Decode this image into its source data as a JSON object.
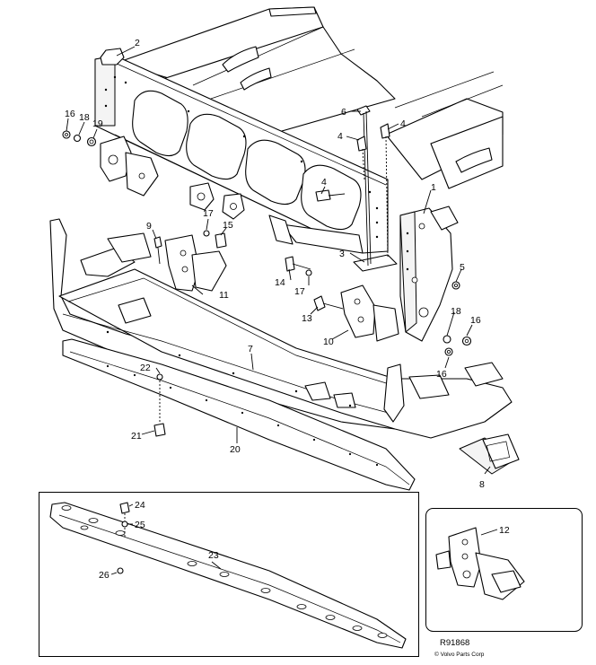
{
  "diagram": {
    "callouts": [
      "1",
      "2",
      "3",
      "4",
      "4",
      "4",
      "5",
      "6",
      "7",
      "8",
      "9",
      "10",
      "11",
      "12",
      "13",
      "14",
      "15",
      "16",
      "16",
      "16",
      "17",
      "17",
      "18",
      "18",
      "19",
      "20",
      "21",
      "22",
      "23",
      "24",
      "25",
      "26"
    ],
    "reference_code": "R91868",
    "copyright": "© Volvo Parts Corp"
  }
}
